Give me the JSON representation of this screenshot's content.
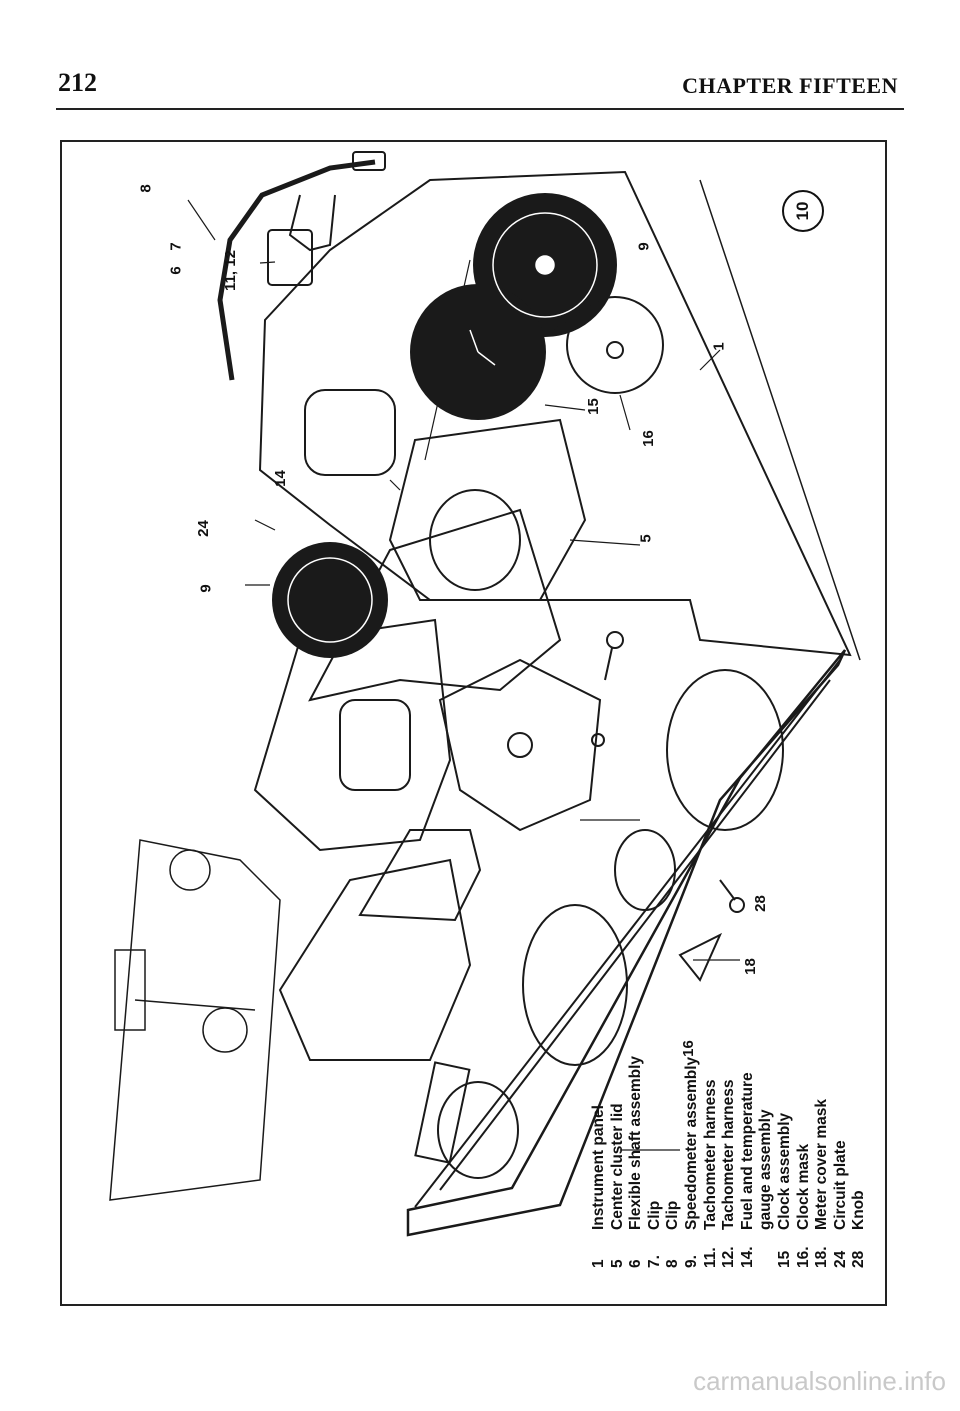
{
  "header": {
    "page_number": "212",
    "chapter_title": "CHAPTER FIFTEEN"
  },
  "figure": {
    "badge": "10",
    "callouts": [
      "8",
      "7",
      "6",
      "11, 12",
      "9",
      "15",
      "16",
      "1",
      "14",
      "24",
      "5",
      "9",
      "28",
      "18",
      "16"
    ],
    "legend": [
      {
        "num": "1",
        "text": "Instrument panel"
      },
      {
        "num": "5",
        "text": "Center cluster lid"
      },
      {
        "num": "6",
        "text": "Flexible shaft assembly"
      },
      {
        "num": "7.",
        "text": "Clip"
      },
      {
        "num": "8",
        "text": "Clip"
      },
      {
        "num": "9.",
        "text": "Speedometer assembly"
      },
      {
        "num": "11.",
        "text": "Tachometer harness"
      },
      {
        "num": "12.",
        "text": "Tachometer harness"
      },
      {
        "num": "14.",
        "text": "Fuel and temperature"
      },
      {
        "num": "",
        "text": "gauge assembly"
      },
      {
        "num": "15",
        "text": "Clock assembly"
      },
      {
        "num": "16.",
        "text": "Clock mask"
      },
      {
        "num": "18.",
        "text": "Meter cover mask"
      },
      {
        "num": "24",
        "text": "Circuit plate"
      },
      {
        "num": "28",
        "text": "Knob"
      }
    ]
  },
  "footer": {
    "watermark": "carmanualsonline.info"
  }
}
